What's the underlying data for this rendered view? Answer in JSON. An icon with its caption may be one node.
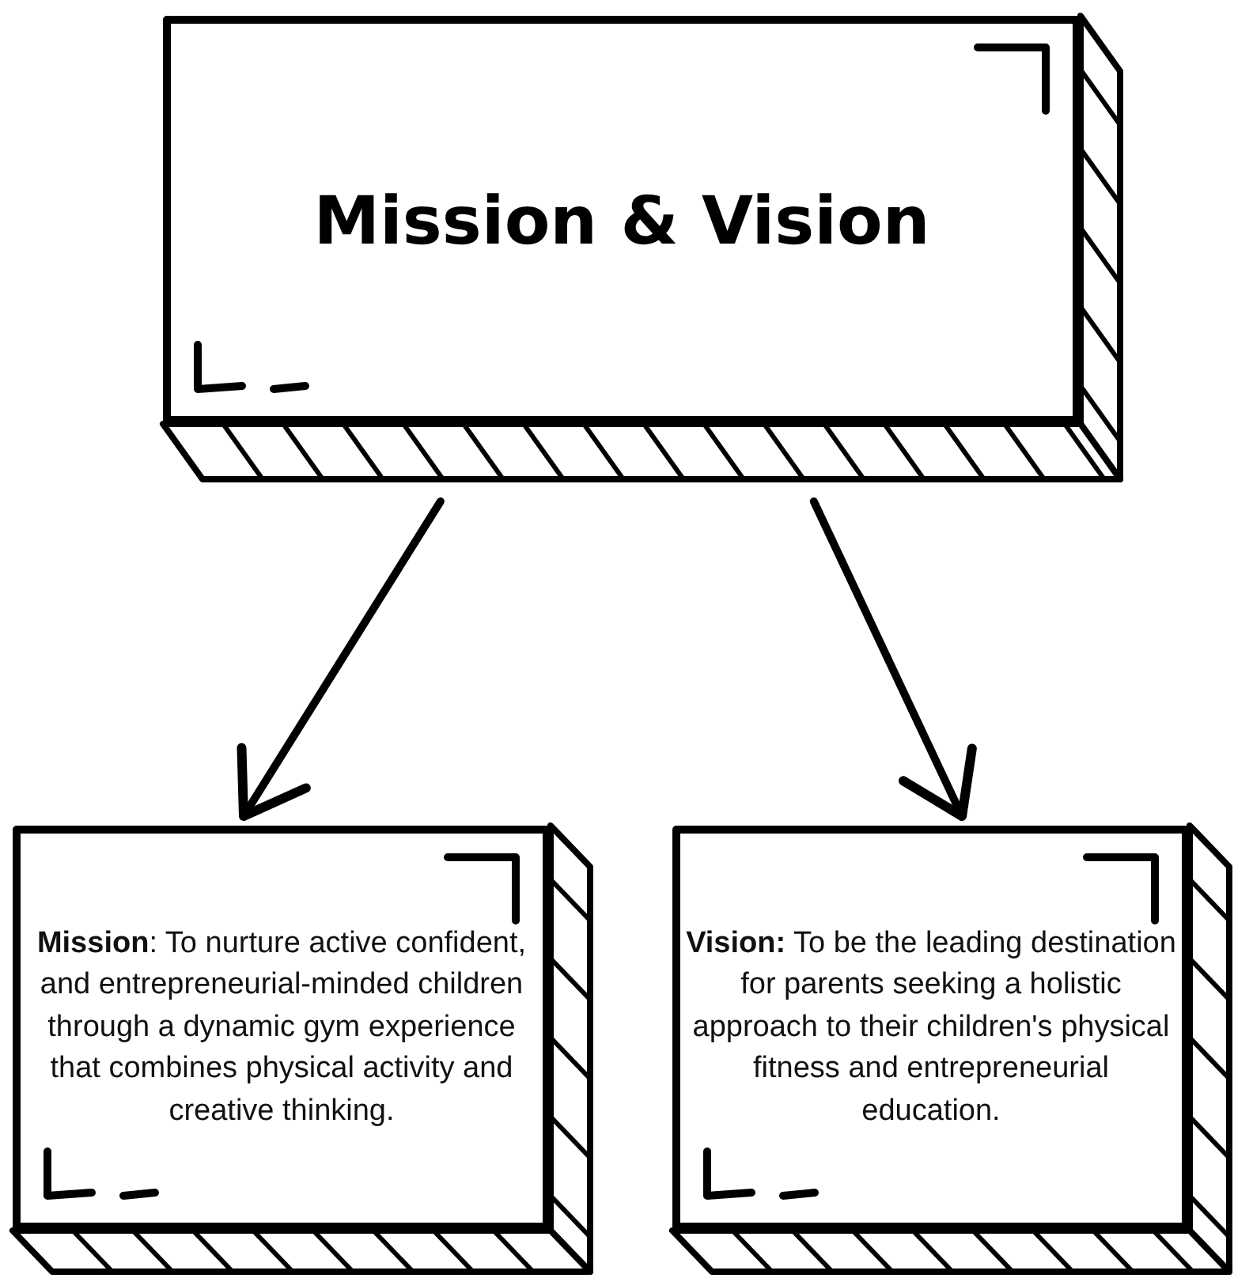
{
  "diagram": {
    "nodes": [
      {
        "text": [
          "Mission & Vision"
        ]
      },
      {
        "text": [
          "**Mission**: To nurture active confident, and entrepreneurial-minded children through a dynamic gym experience that combines physical activity and creative thinking."
        ]
      },
      {
        "text": [
          "**Vision:** To be the leading destination for parents seeking a holistic approach to their children's physical fitness and entrepreneurial education."
        ]
      }
    ],
    "edges": [
      {
        "from": 0,
        "to": 1,
        "arrow": "to"
      },
      {
        "from": 0,
        "to": 2,
        "arrow": "to"
      }
    ]
  }
}
